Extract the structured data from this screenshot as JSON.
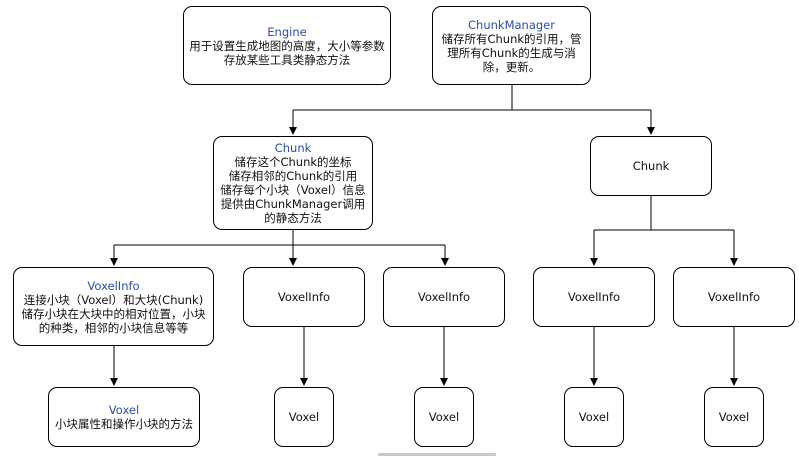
{
  "nodes": {
    "engine": {
      "title": "Engine",
      "lines": [
        "用于设置生成地图的高度，大小等参数",
        "存放某些工具类静态方法"
      ]
    },
    "chunk_manager": {
      "title": "ChunkManager",
      "lines": [
        "储存所有Chunk的引用，管",
        "理所有Chunk的生成与消",
        "除，更新。"
      ]
    },
    "chunk_left": {
      "title": "Chunk",
      "lines": [
        "储存这个Chunk的坐标",
        "储存相邻的Chunk的引用",
        "储存每个小块（Voxel）信息",
        "提供由ChunkManager调用",
        "的静态方法"
      ]
    },
    "chunk_right": {
      "title": "Chunk"
    },
    "voxelinfo_detail": {
      "title": "VoxelInfo",
      "lines": [
        "连接小块（Voxel）和大块(Chunk)",
        "储存小块在大块中的相对位置，小块",
        "的种类，相邻的小块信息等等"
      ]
    },
    "voxelinfo_2": {
      "title": "VoxelInfo"
    },
    "voxelinfo_3": {
      "title": "VoxelInfo"
    },
    "voxelinfo_4": {
      "title": "VoxelInfo"
    },
    "voxelinfo_5": {
      "title": "VoxelInfo"
    },
    "voxel_detail": {
      "title": "Voxel",
      "lines": [
        "小块属性和操作小块的方法"
      ]
    },
    "voxel_2": {
      "title": "Voxel"
    },
    "voxel_3": {
      "title": "Voxel"
    },
    "voxel_4": {
      "title": "Voxel"
    },
    "voxel_5": {
      "title": "Voxel"
    }
  }
}
